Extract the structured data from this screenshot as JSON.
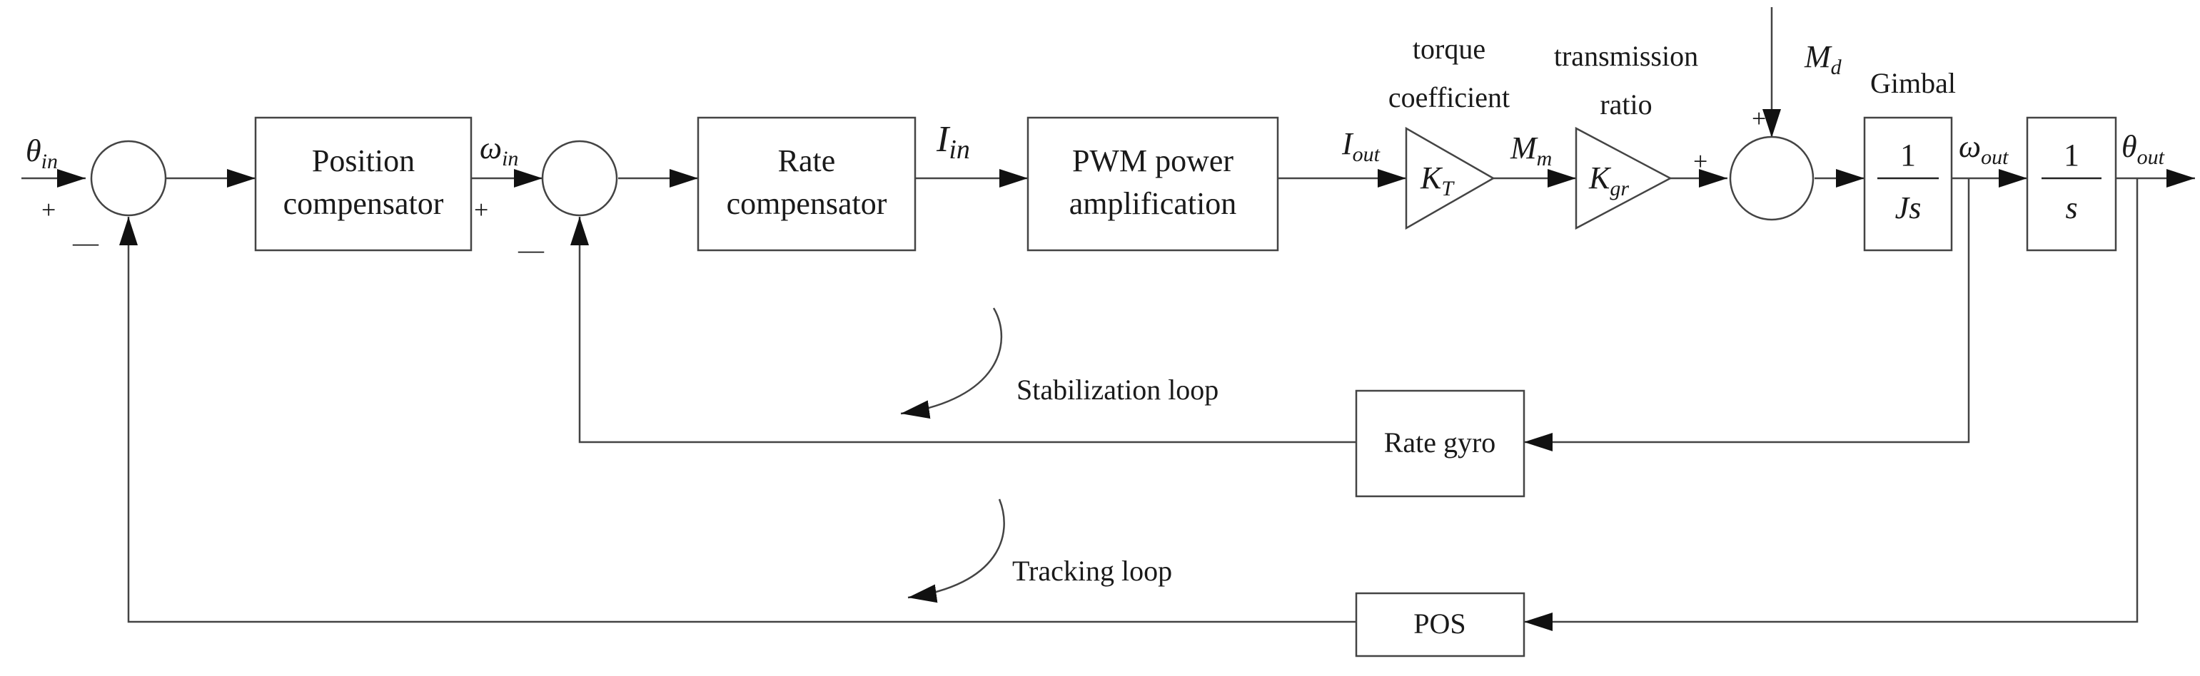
{
  "blocks": {
    "position_compensator": [
      "Position",
      "compensator"
    ],
    "rate_compensator": [
      "Rate",
      "compensator"
    ],
    "pwm": [
      "PWM power",
      "amplification"
    ],
    "rate_gyro": "Rate gyro",
    "pos": "POS"
  },
  "labels": {
    "torque_coefficient": [
      "torque",
      "coefficient"
    ],
    "transmission_ratio": [
      "transmission",
      "ratio"
    ],
    "gimbal": "Gimbal",
    "stabilization_loop": "Stabilization loop",
    "tracking_loop": "Tracking loop"
  },
  "signals": {
    "theta_in": {
      "main": "θ",
      "sub": "in"
    },
    "omega_in": {
      "main": "ω",
      "sub": "in"
    },
    "i_in": {
      "main": "I",
      "sub": "in"
    },
    "i_out": {
      "main": "I",
      "sub": "out"
    },
    "m_m": {
      "main": "M",
      "sub": "m"
    },
    "m_d": {
      "main": "M",
      "sub": "d"
    },
    "omega_out": {
      "main": "ω",
      "sub": "out"
    },
    "theta_out": {
      "main": "θ",
      "sub": "out"
    }
  },
  "gains": {
    "kt": {
      "main": "K",
      "sub": "T"
    },
    "kgr": {
      "main": "K",
      "sub": "gr"
    }
  },
  "transfer": {
    "gimbal_num": "1",
    "gimbal_den": "Js",
    "integrator_num": "1",
    "integrator_den": "s"
  },
  "signs": {
    "plus": "+",
    "minus": "—"
  }
}
